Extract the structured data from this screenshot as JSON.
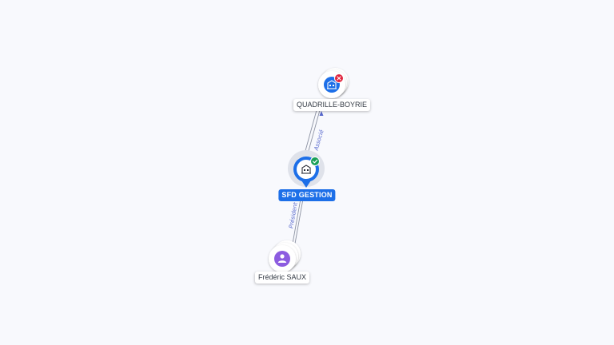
{
  "colors": {
    "background": "#f8f9fd",
    "edge": "#8d93a3",
    "edge_label": "#5566cc",
    "company_blue": "#1d6fe8",
    "person_purple": "#8c5ce0",
    "status_active": "#1aa058",
    "status_closed": "#e0243d"
  },
  "nodes": {
    "quadrille": {
      "label": "QUADRILLE-BOYRIE",
      "type": "company",
      "status": "closed",
      "icon": "building-icon",
      "status_icon": "cross-icon"
    },
    "sfd": {
      "label": "SFD GESTION",
      "type": "company",
      "status": "active",
      "icon": "building-icon",
      "status_icon": "check-icon"
    },
    "frederic": {
      "label": "Frédéric SAUX",
      "type": "person",
      "icon": "person-icon"
    }
  },
  "edges": {
    "sfd_to_quadrille": {
      "label": "Associé"
    },
    "frederic_to_sfd": {
      "label": "Président"
    }
  }
}
